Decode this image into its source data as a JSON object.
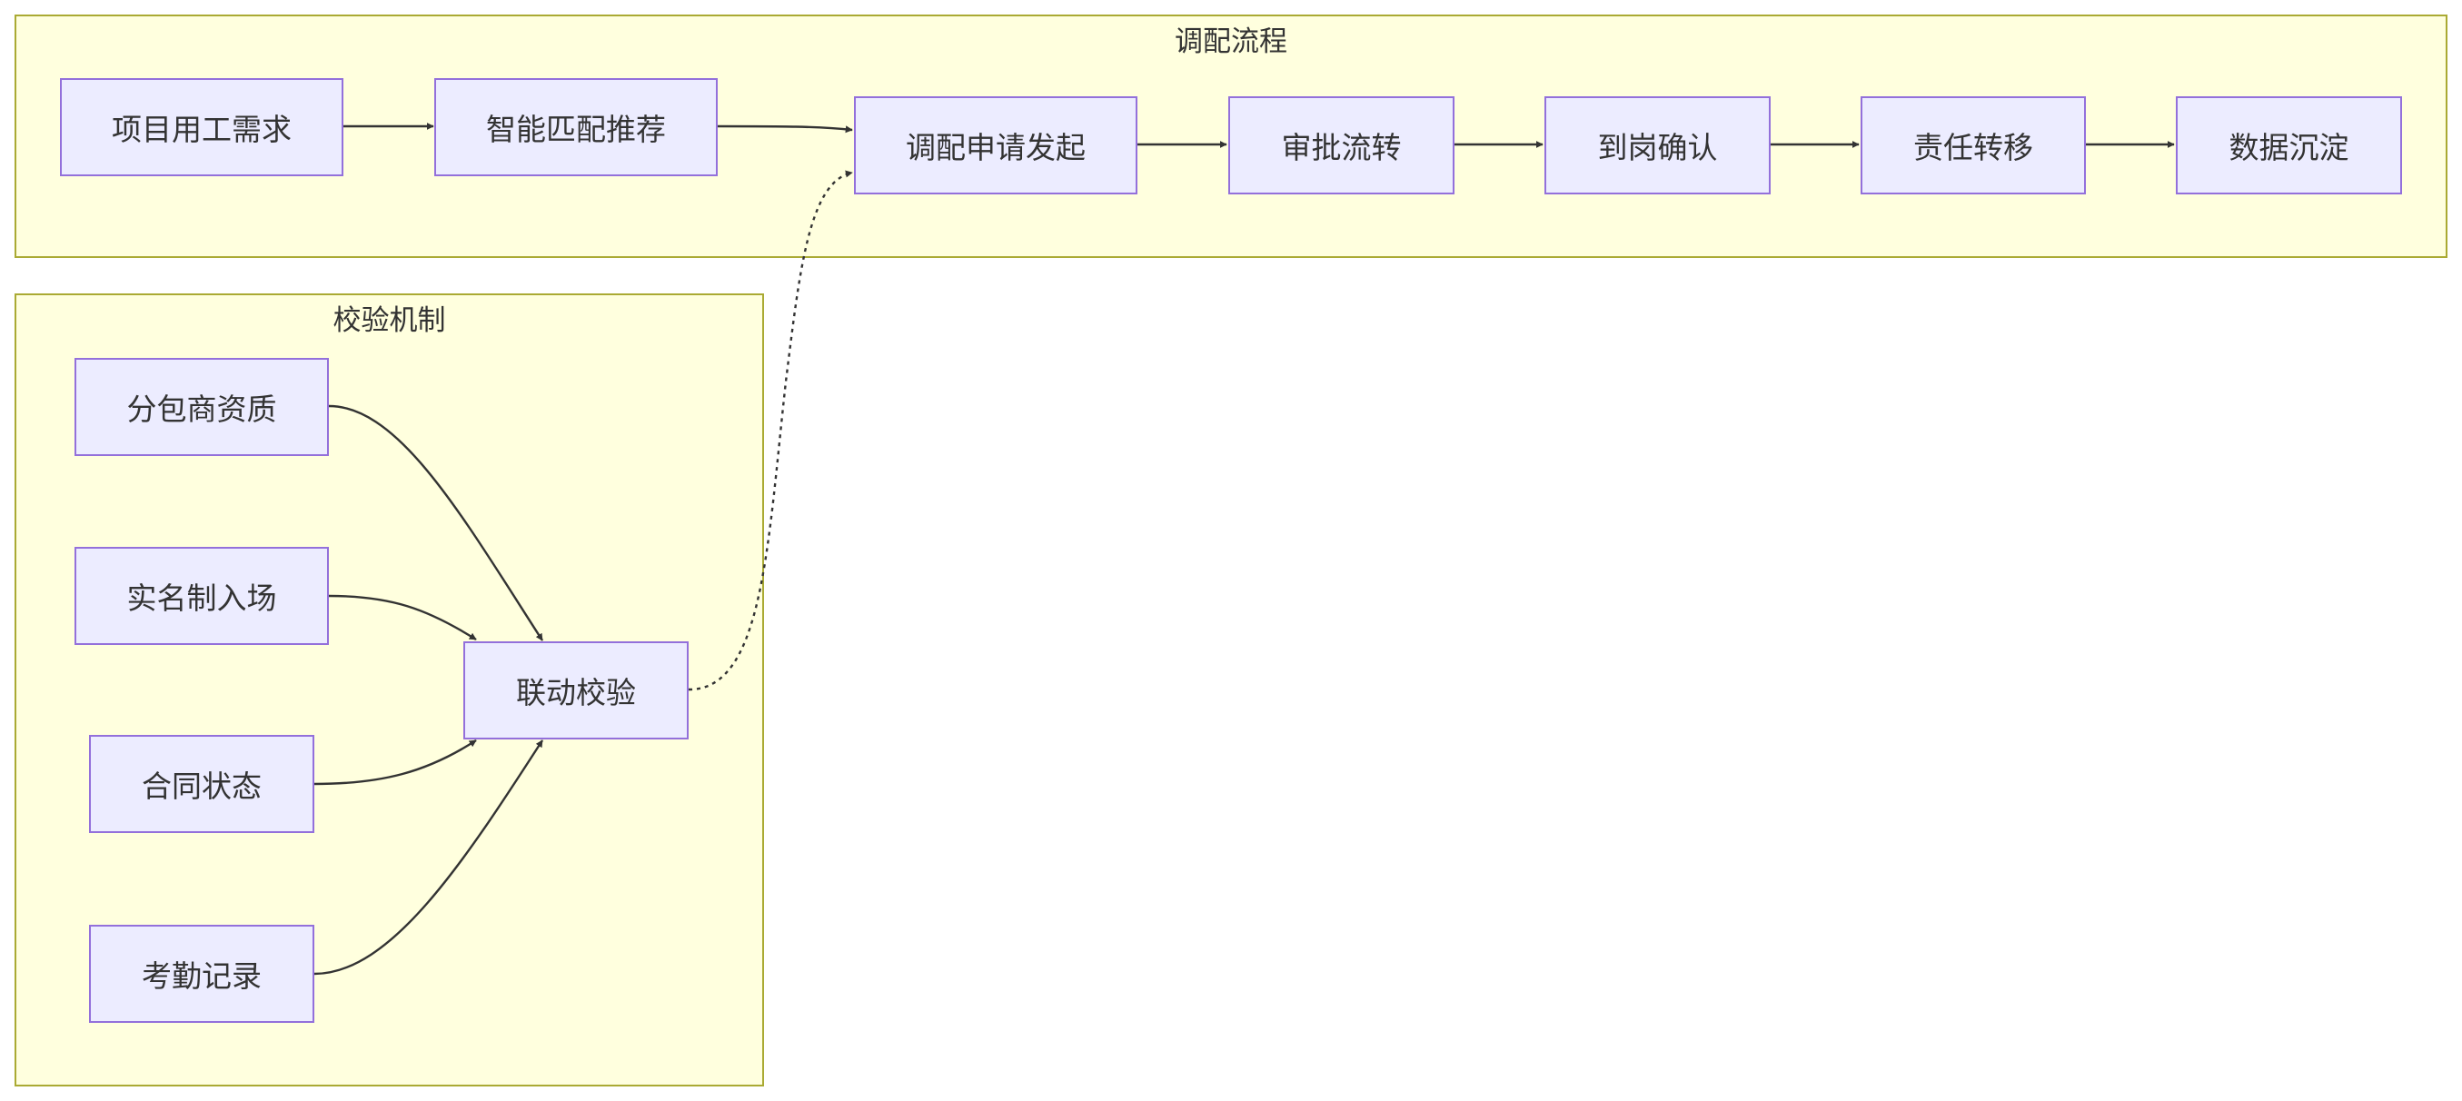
{
  "clusters": {
    "process": {
      "title": "调配流程"
    },
    "verify": {
      "title": "校验机制"
    }
  },
  "nodes": {
    "project_demand": "项目用工需求",
    "smart_match": "智能匹配推荐",
    "apply": "调配申请发起",
    "approval": "审批流转",
    "arrival": "到岗确认",
    "transfer": "责任转移",
    "data": "数据沉淀",
    "subcontractor": "分包商资质",
    "realname": "实名制入场",
    "contract": "合同状态",
    "attendance": "考勤记录",
    "linked_check": "联动校验"
  },
  "edges": [
    {
      "from": "project_demand",
      "to": "smart_match",
      "style": "solid"
    },
    {
      "from": "smart_match",
      "to": "apply",
      "style": "solid"
    },
    {
      "from": "apply",
      "to": "approval",
      "style": "solid"
    },
    {
      "from": "approval",
      "to": "arrival",
      "style": "solid"
    },
    {
      "from": "arrival",
      "to": "transfer",
      "style": "solid"
    },
    {
      "from": "transfer",
      "to": "data",
      "style": "solid"
    },
    {
      "from": "subcontractor",
      "to": "linked_check",
      "style": "solid"
    },
    {
      "from": "realname",
      "to": "linked_check",
      "style": "solid"
    },
    {
      "from": "contract",
      "to": "linked_check",
      "style": "solid"
    },
    {
      "from": "attendance",
      "to": "linked_check",
      "style": "solid"
    },
    {
      "from": "linked_check",
      "to": "apply",
      "style": "dotted"
    }
  ],
  "colors": {
    "cluster_fill": "#ffffde",
    "cluster_border": "#aaaa33",
    "node_fill": "#ececff",
    "node_border": "#9370db",
    "edge": "#333333",
    "text": "#333333"
  }
}
